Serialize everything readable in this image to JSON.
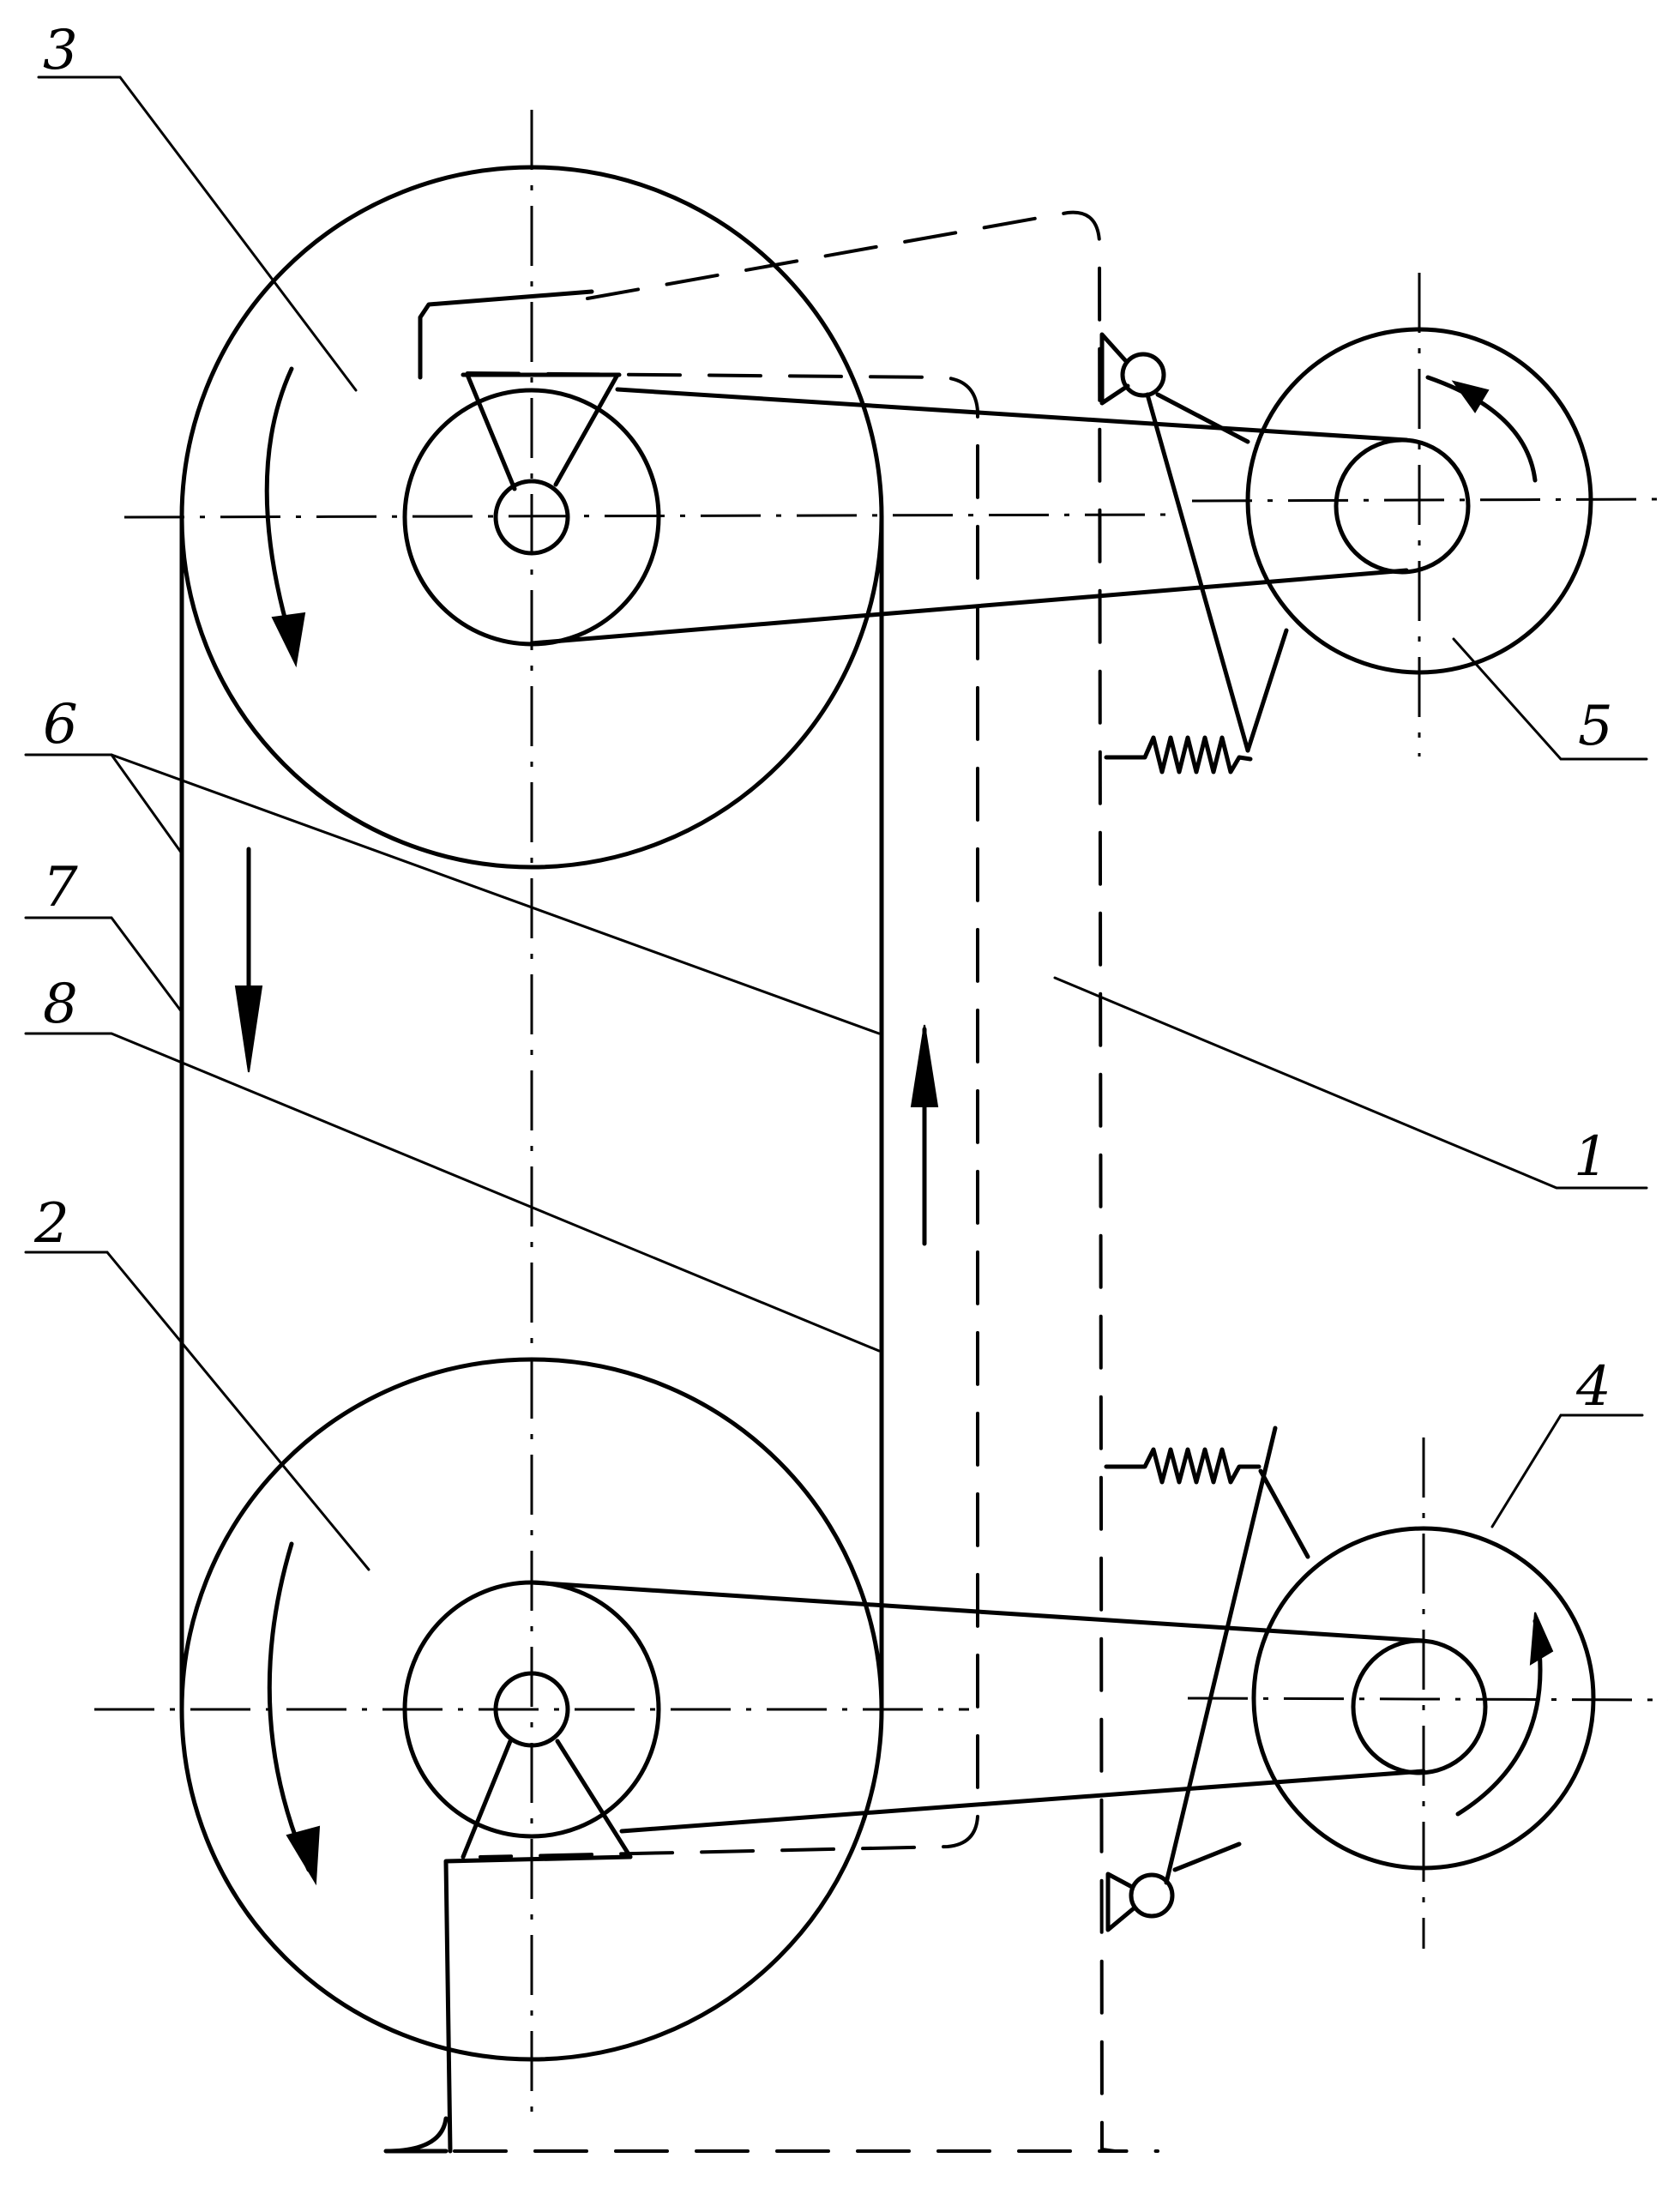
{
  "labels": {
    "top_wheel": "3",
    "bottom_wheel": "2",
    "frame": "1",
    "upper_drive_pulley": "5",
    "lower_drive_pulley": "4",
    "belt_inner": "6",
    "belt_outer": "7",
    "belt_middle": "8"
  }
}
